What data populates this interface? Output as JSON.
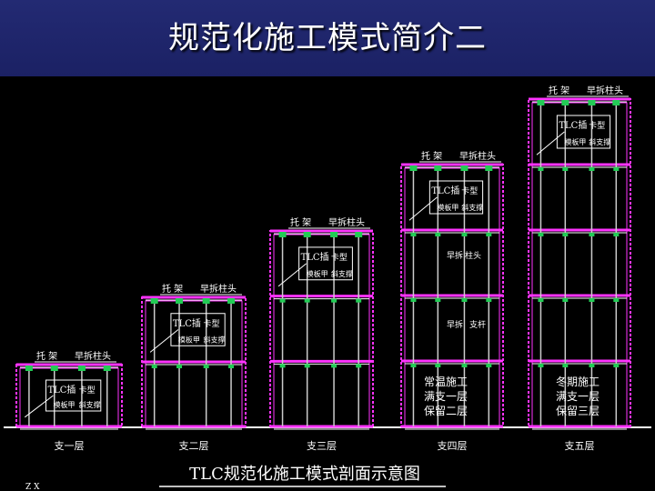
{
  "slide_title": "规范化施工模式简介二",
  "drawing": {
    "caption": "TLC规范化施工模式剖面示意图",
    "corner_mark": "Z X",
    "colors": {
      "frame": "#ff33ff",
      "beam": "#ffffff",
      "prop": "#cccccc",
      "head": "#22cc55",
      "text": "#ffffff"
    },
    "labels": {
      "tray": "托 架",
      "early_head": "早拆柱头",
      "tlc": "TLC插",
      "card_type": "卡型",
      "formwork": "模板甲",
      "brace": "斜支撑",
      "early_prop": "早拆",
      "column_head": "柱头",
      "prop_rod": "支杆"
    },
    "stage_labels": [
      "支一层",
      "支二层",
      "支三层",
      "支四层",
      "支五层"
    ],
    "notes": {
      "normal": [
        "常温施工",
        "满支一层",
        "保留二层"
      ],
      "winter": [
        "冬期施工",
        "满支一层",
        "保留三层"
      ]
    }
  }
}
